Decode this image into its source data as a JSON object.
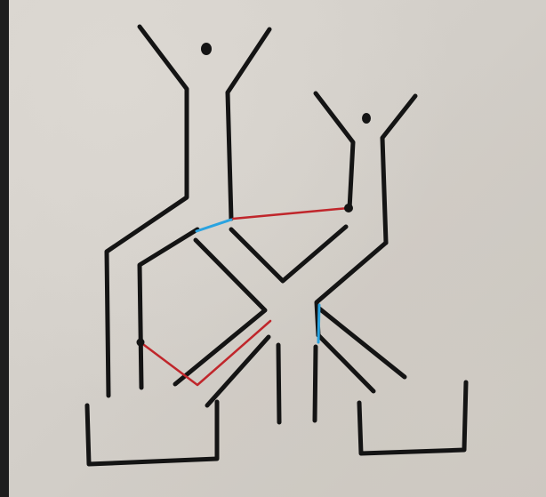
{
  "colors": {
    "paper": "#d6d2cc",
    "ink_black": "#141414",
    "ink_red": "#c0262b",
    "ink_blue": "#2aa3e0"
  },
  "description_items": {
    "sheet": "paper-sheet",
    "marks": [
      "black-outline",
      "red-lines",
      "blue-lines",
      "dots"
    ]
  }
}
